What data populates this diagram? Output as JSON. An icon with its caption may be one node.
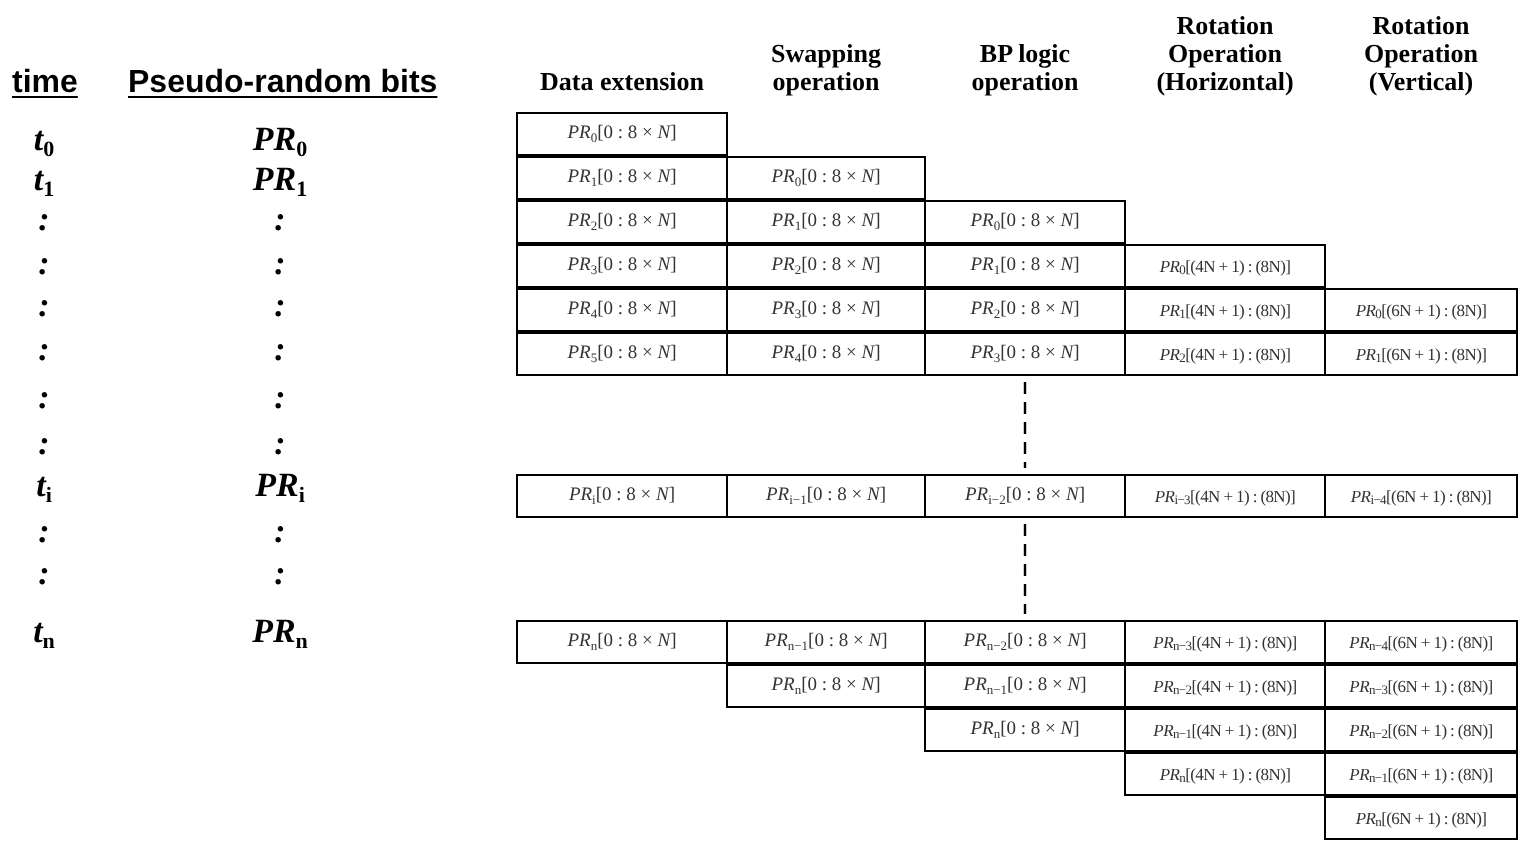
{
  "diagram": {
    "nodes": [
      {
        "text": [
          "*PR*$_{0}$[0 : 8 × *N*]"
        ]
      },
      {
        "text": [
          "*PR*$_{1}$[0 : 8 × *N*]"
        ]
      },
      {
        "text": [
          "*PR*$_{0}$[0 : 8 × *N*]"
        ]
      },
      {
        "text": [
          "*PR*$_{2}$[0 : 8 × *N*]"
        ]
      },
      {
        "text": [
          "*PR*$_{1}$[0 : 8 × *N*]"
        ]
      },
      {
        "text": [
          "*PR*$_{0}$[0 : 8 × *N*]"
        ]
      },
      {
        "text": [
          "*PR*$_{3}$[0 : 8 × *N*]"
        ]
      },
      {
        "text": [
          "*PR*$_{2}$[0 : 8 × *N*]"
        ]
      },
      {
        "text": [
          "*PR*$_{1}$[0 : 8 × *N*]"
        ]
      },
      {
        "text": [
          "*PR*$_{0}$[(4N + 1) : (8N)]"
        ]
      },
      {
        "text": [
          "*PR*$_{4}$[0 : 8 × *N*]"
        ]
      },
      {
        "text": [
          "*PR*$_{3}$[0 : 8 × *N*]"
        ]
      },
      {
        "text": [
          "*PR*$_{2}$[0 : 8 × *N*]"
        ]
      },
      {
        "text": [
          "*PR*$_{1}$[(4N + 1) : (8N)]"
        ]
      },
      {
        "text": [
          "*PR*$_{0}$[(6N + 1) : (8N)]"
        ]
      },
      {
        "text": [
          "*PR*$_{5}$[0 : 8 × *N*]"
        ]
      },
      {
        "text": [
          "*PR*$_{4}$[0 : 8 × *N*]"
        ]
      },
      {
        "text": [
          "*PR*$_{3}$[0 : 8 × *N*]"
        ]
      },
      {
        "text": [
          "*PR*$_{2}$[(4N + 1) : (8N)]"
        ]
      },
      {
        "text": [
          "*PR*$_{1}$[(6N + 1) : (8N)]"
        ]
      },
      {
        "text": [
          "*PR*$_{i}$[0 : 8 × *N*]"
        ]
      },
      {
        "text": [
          "*PR*$_{i−1}$[0 : 8 × *N*]"
        ]
      },
      {
        "text": [
          "*PR*$_{i−2}$[0 : 8 × *N*]"
        ]
      },
      {
        "text": [
          "*PR*$_{i−3}$[(4N + 1) : (8N)]"
        ]
      },
      {
        "text": [
          "*PR*$_{i−4}$[(6N + 1) : (8N)]"
        ]
      },
      {
        "text": [
          "*PR*$_{n}$[0 : 8 × *N*]"
        ]
      },
      {
        "text": [
          "*PR*$_{n−1}$[0 : 8 × *N*]"
        ]
      },
      {
        "text": [
          "*PR*$_{n−2}$[0 : 8 × *N*]"
        ]
      },
      {
        "text": [
          "*PR*$_{n−3}$[(4N + 1) : (8N)]"
        ]
      },
      {
        "text": [
          "*PR*$_{n−4}$[(6N + 1) : (8N)]"
        ]
      },
      {
        "text": [
          "*PR*$_{n}$[0 : 8 × *N*]"
        ]
      },
      {
        "text": [
          "*PR*$_{n−1}$[0 : 8 × *N*]"
        ]
      },
      {
        "text": [
          "*PR*$_{n−2}$[(4N + 1) : (8N)]"
        ]
      },
      {
        "text": [
          "*PR*$_{n−3}$[(6N + 1) : (8N)]"
        ]
      },
      {
        "text": [
          "*PR*$_{n}$[0 : 8 × *N*]"
        ]
      },
      {
        "text": [
          "*PR*$_{n−1}$[(4N + 1) : (8N)]"
        ]
      },
      {
        "text": [
          "*PR*$_{n−2}$[(6N + 1) : (8N)]"
        ]
      },
      {
        "text": [
          "*PR*$_{n}$[(4N + 1) : (8N)]"
        ]
      },
      {
        "text": [
          "*PR*$_{n−1}$[(6N + 1) : (8N)]"
        ]
      },
      {
        "text": [
          "*PR*$_{n}$[(6N + 1) : (8N)]"
        ]
      }
    ],
    "edges": [
      {
        "from": 17,
        "to": 22,
        "arrow": "none",
        "style": "dashed"
      },
      {
        "from": 22,
        "to": 27,
        "arrow": "none",
        "style": "dashed"
      }
    ],
    "labels": [
      "time",
      "Pseudo-random bits",
      "Data extension",
      "Swapping operation",
      "BP logic operation",
      "Rotation Operation (Horizontal)",
      "Rotation Operation (Vertical)",
      "*t*$_{0}$",
      "*PR*$_{0}$",
      "*t*$_{1}$",
      "*PR*$_{1}$",
      ":",
      ":",
      ":",
      ":",
      ":",
      ":",
      ":",
      ":",
      ":",
      ":",
      ":",
      ":",
      "*t*$_{i}$",
      "*PR*$_{i}$",
      ":",
      ":",
      ":",
      ":",
      "*t*$_{n}$",
      "*PR*$_{n}$"
    ]
  }
}
